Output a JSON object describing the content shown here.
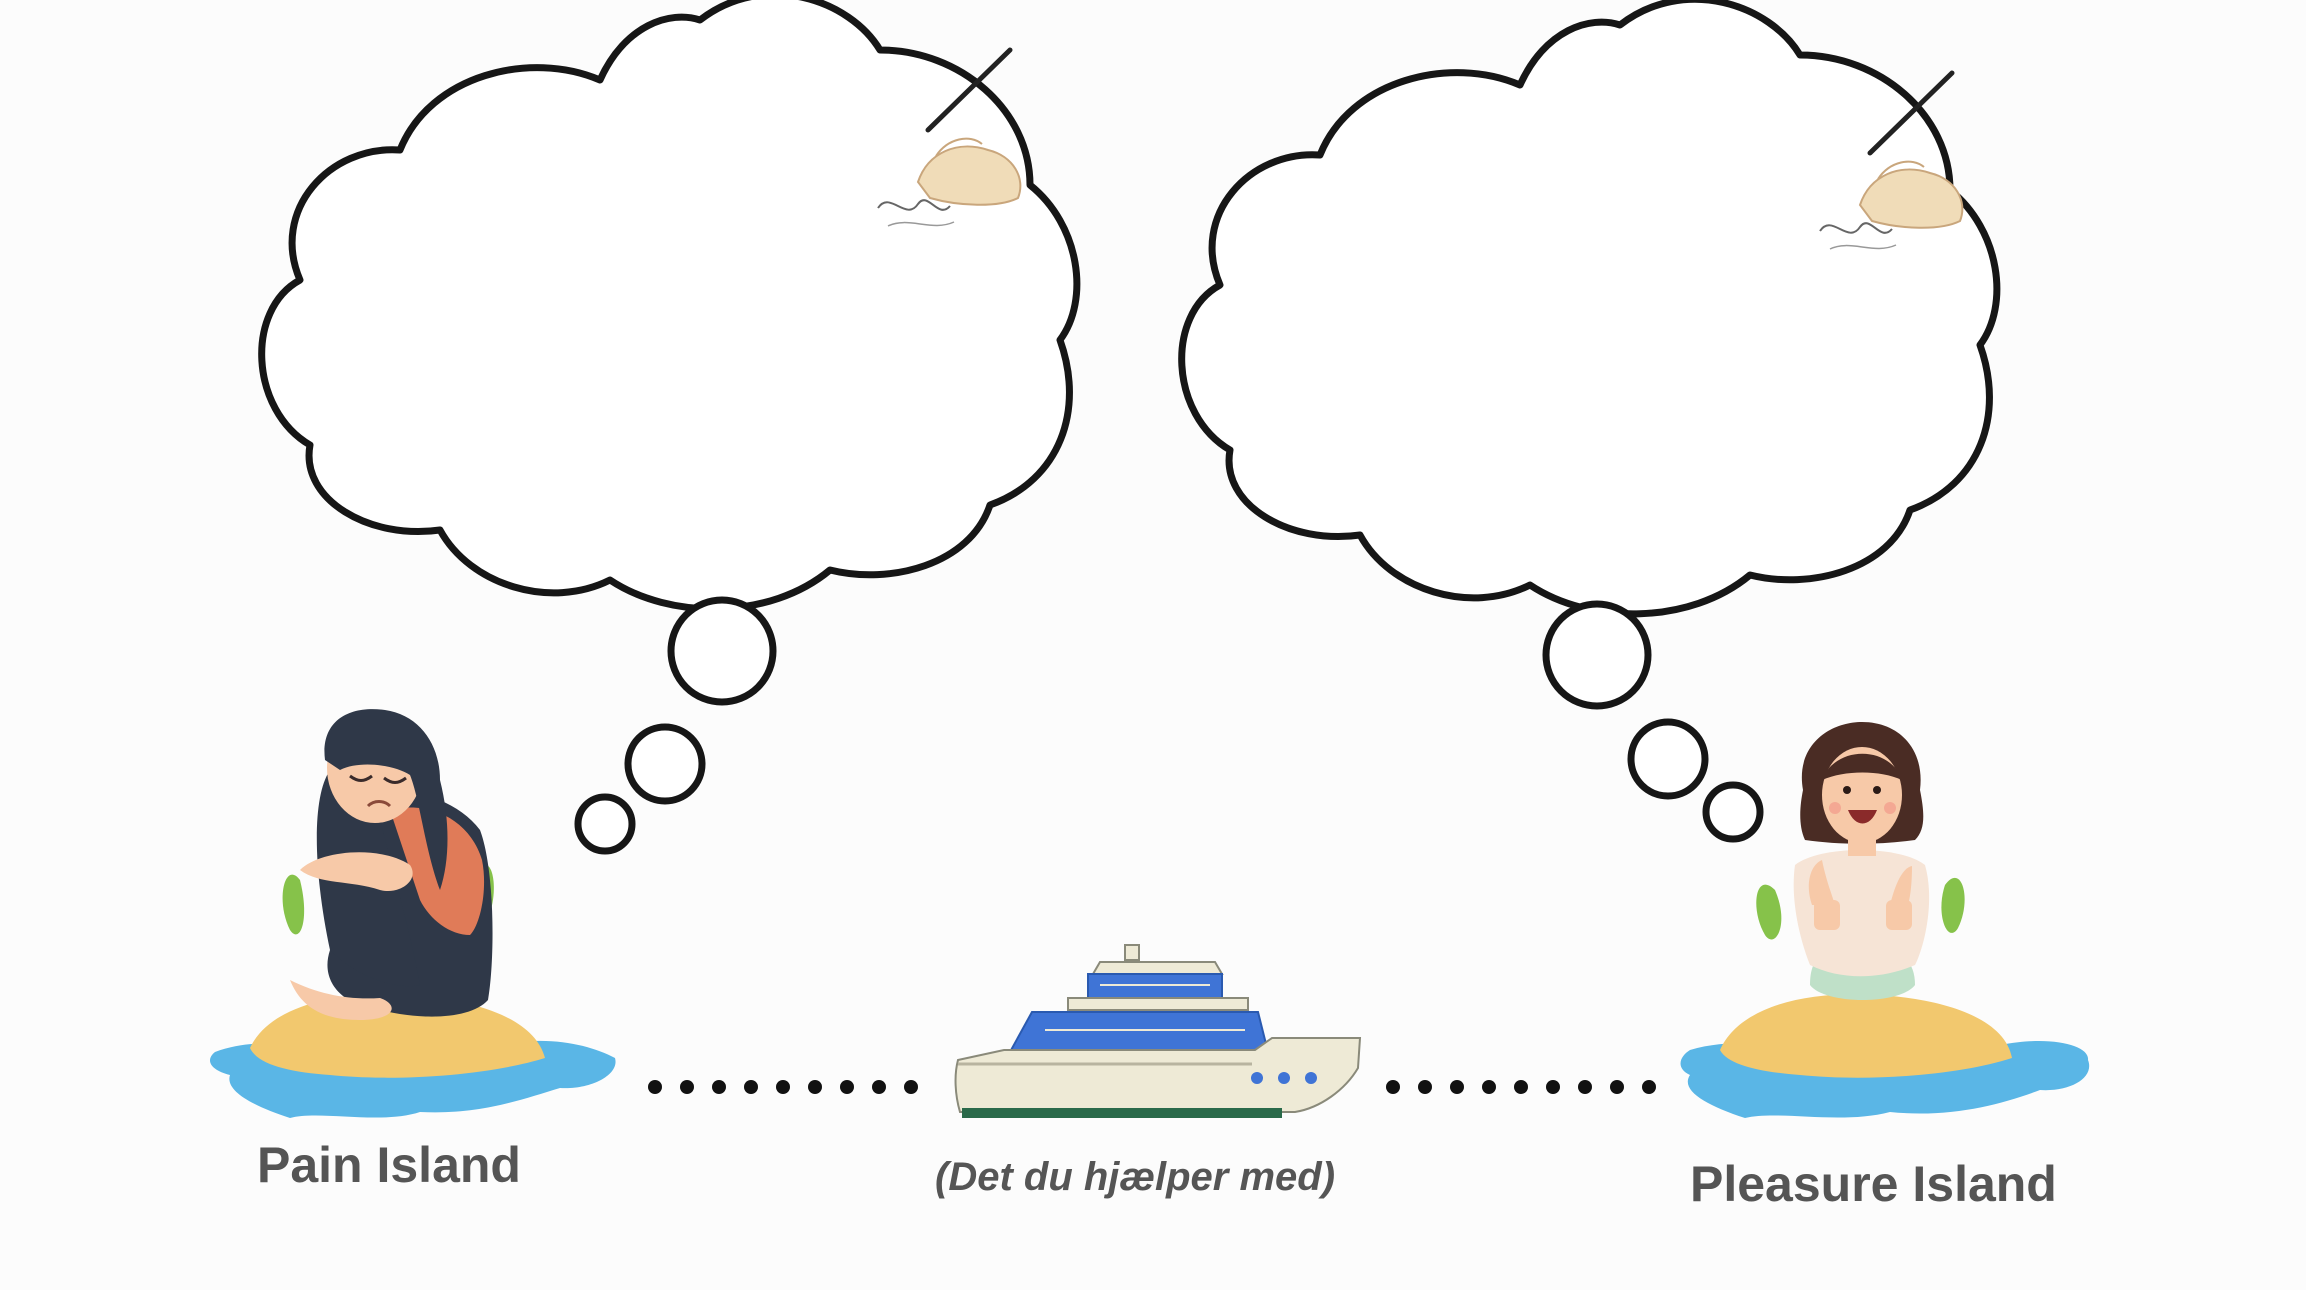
{
  "labels": {
    "pain_island": "Pain Island",
    "pleasure_island": "Pleasure Island",
    "boat_caption": "(Det du hjælper med)"
  },
  "colors": {
    "background": "#fcfcfc",
    "cloud_outline": "#161616",
    "water": "#5ab6e6",
    "sand": "#f2c86e",
    "label_text": "#555555",
    "boat_windows": "#3f74d6",
    "boat_hull": "#eeead6",
    "boat_stripe": "#2a6a4a",
    "leaf": "#86c24a"
  },
  "icons": [
    "thought-cloud-icon",
    "writing-hand-icon",
    "sad-woman-icon",
    "happy-woman-icon",
    "island-icon",
    "boat-icon",
    "dotted-path-icon"
  ]
}
